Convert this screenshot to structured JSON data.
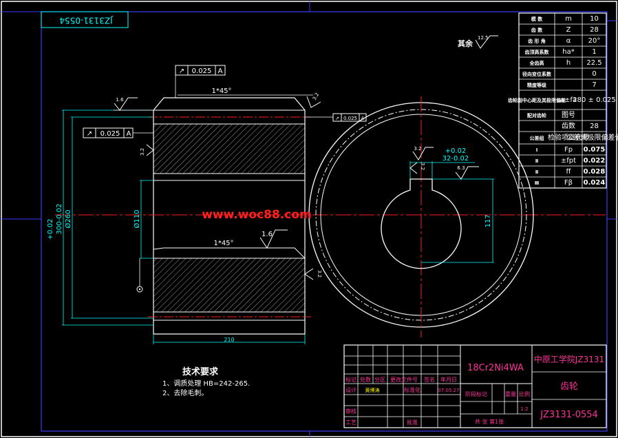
{
  "drawing_code_rotated": "JZ3131-0554",
  "watermark": "www.woc88.com",
  "surface_note": {
    "label": "其余",
    "value": "12.5"
  },
  "front_view": {
    "chamfer_top": "1*45°",
    "chamfer_inner": "1*45°",
    "tolerance_frame_top": {
      "symbol": "↗",
      "value": "0.025",
      "datum": "A"
    },
    "tolerance_frame_left": {
      "symbol": "↗",
      "value": "0.025",
      "datum": "A"
    },
    "tolerance_frame_right": {
      "symbol": "↗",
      "value": "0.025",
      "datum": "A"
    },
    "rough_top": "1.6",
    "rough_right": "3.2",
    "rough_left": "3.2",
    "rough_inner": "1.6",
    "rough_bottom_right": "3.2",
    "dia_outer_tol": "+0.02",
    "dia_outer": "300-0.02",
    "dia_mid": "Ø260",
    "dia_bore": "Ø110",
    "width": "210"
  },
  "side_view": {
    "keyway_tol_upper": "+0.02",
    "keyway_tol": "32-0.02",
    "rough_keyway": "3.2",
    "rough_keyway2": "3.2",
    "rough_right": "6.3",
    "keyway_depth": "117"
  },
  "gear_table": [
    [
      "模    数",
      "m",
      "10"
    ],
    [
      "齿    数",
      "Z",
      "28"
    ],
    [
      "齿 形 角",
      "α",
      "20°"
    ],
    [
      "齿顶高系数",
      "ha*",
      "1"
    ],
    [
      "全齿高",
      "h",
      "22.5"
    ],
    [
      "径向变位系数",
      "",
      "0"
    ],
    [
      "精度等级",
      "",
      "7"
    ],
    [
      "齿轮副中心距及其极限偏差",
      "a±fa",
      "280 ± 0.025"
    ],
    [
      "配对齿轮",
      "图号",
      ""
    ],
    [
      "",
      "齿数",
      "28"
    ],
    [
      "公差组",
      "检验项目代号",
      "公差或极限偏差值"
    ],
    [
      "Ⅰ",
      "Fp",
      "0.075"
    ],
    [
      "Ⅱ",
      "±fpt",
      "0.022"
    ],
    [
      "Ⅱ",
      "ff",
      "0.028"
    ],
    [
      "Ⅲ",
      "Fβ",
      "0.024"
    ]
  ],
  "tech_requirements": {
    "title": "技术要求",
    "items": [
      "1、调质处理 HB=242-265.",
      "2、去除毛刺。"
    ]
  },
  "title_block": {
    "material": "18Cr2Ni4WA",
    "school": "中原工学院JZ3131",
    "part_name": "齿轮",
    "drawing_no": "JZ3131-0554",
    "labels": [
      "标记",
      "处数",
      "分区",
      "更改文件号",
      "签名",
      "年月日"
    ],
    "design": "设计",
    "designer": "黄博涛",
    "standardize": "标准化",
    "date": "07.05.27",
    "stage_mark": "阶段标记",
    "weight": "重量",
    "scale": "比例",
    "scale_value": "1:2",
    "review": "审核",
    "process": "工艺",
    "approve": "批准",
    "sheets": "共  张 第1张"
  }
}
